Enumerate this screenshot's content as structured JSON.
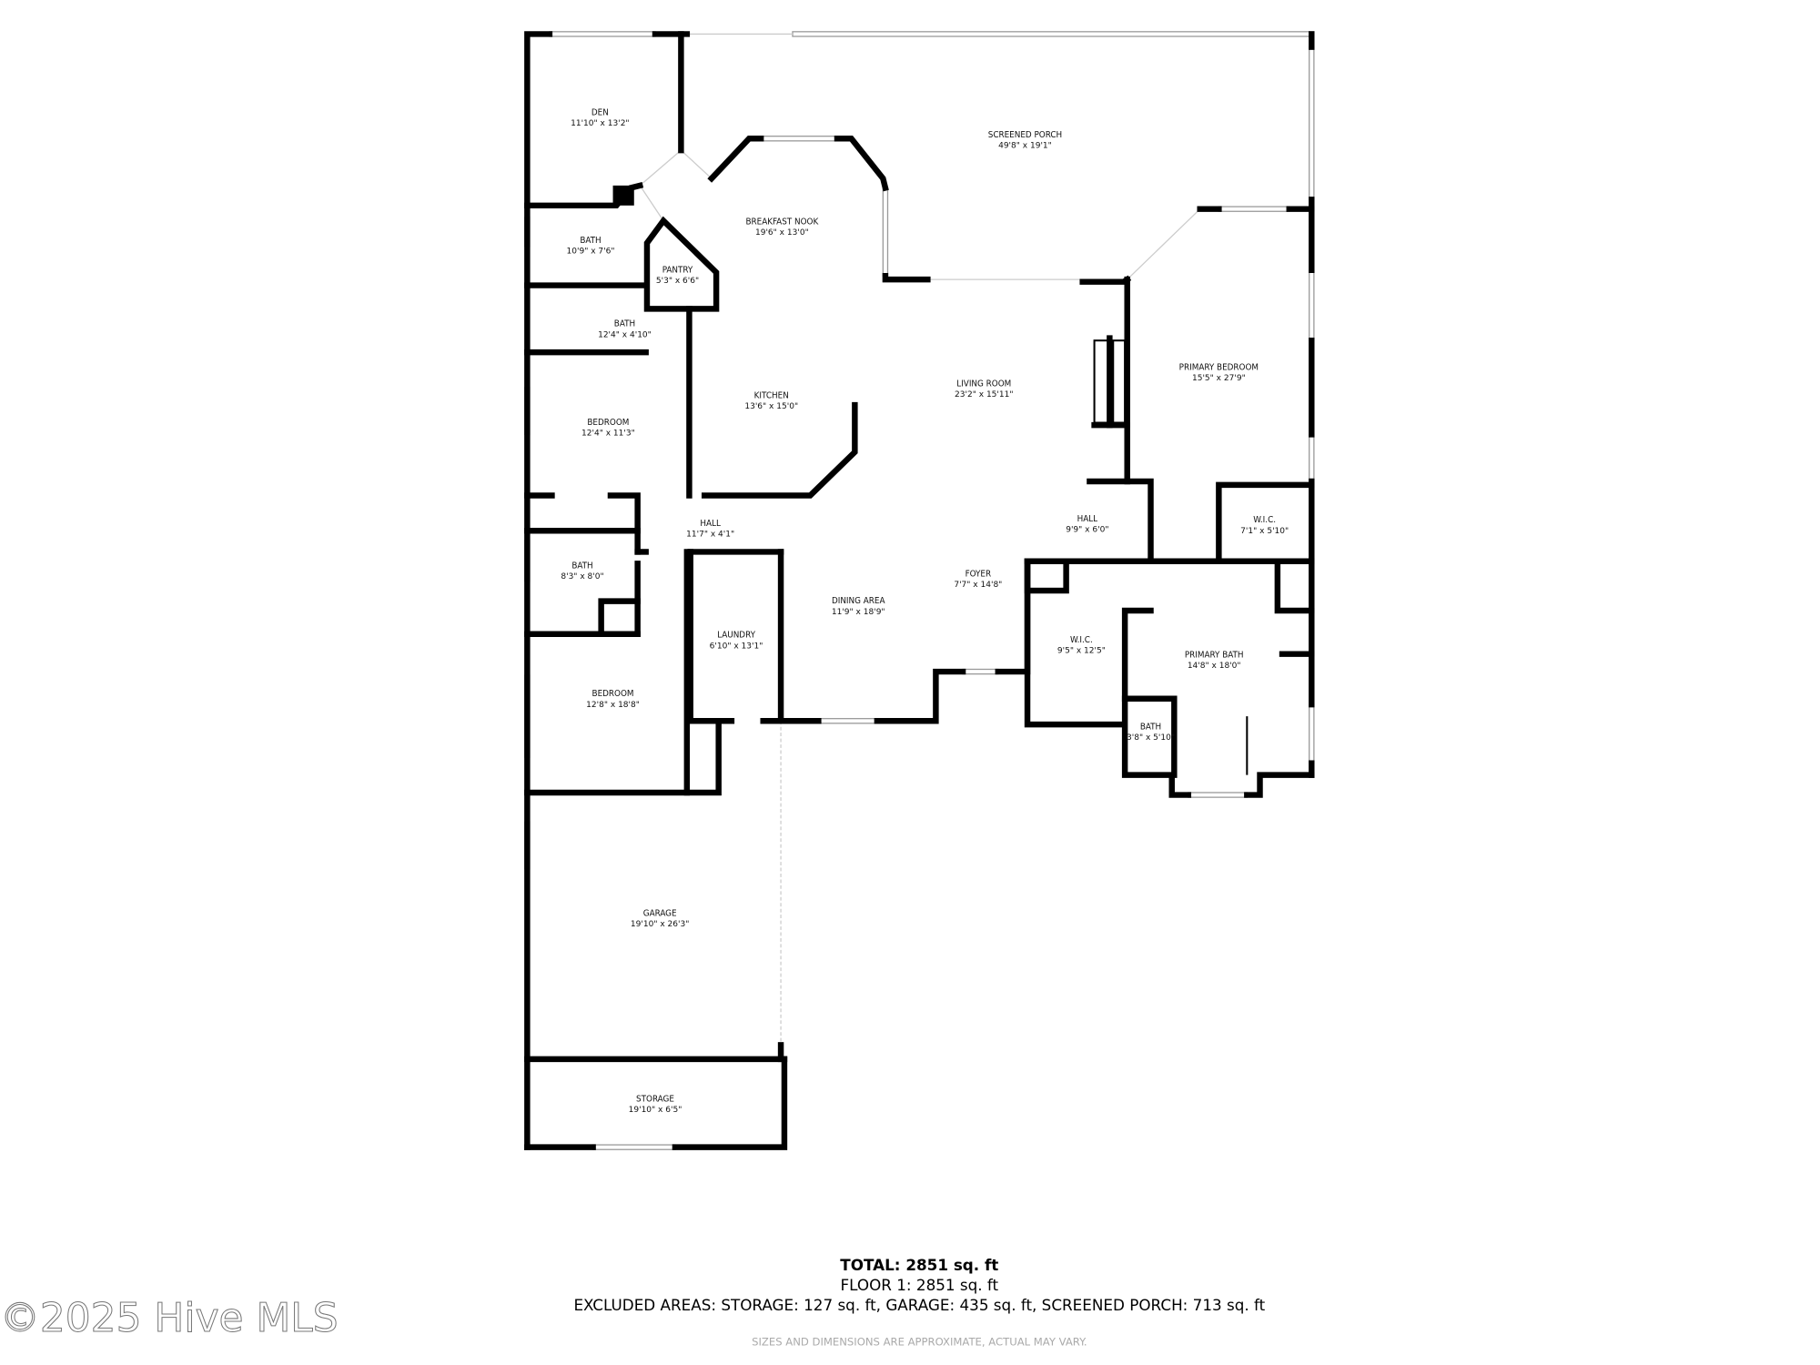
{
  "rooms": [
    {
      "name": "DEN",
      "size": "11'10\" x 13'2\""
    },
    {
      "name": "SCREENED PORCH",
      "size": "49'8\" x 19'1\""
    },
    {
      "name": "BREAKFAST NOOK",
      "size": "19'6\" x 13'0\""
    },
    {
      "name": "BATH",
      "size": "10'9\" x 7'6\""
    },
    {
      "name": "PANTRY",
      "size": "5'3\" x 6'6\""
    },
    {
      "name": "BATH",
      "size": "12'4\" x 4'10\""
    },
    {
      "name": "KITCHEN",
      "size": "13'6\" x 15'0\""
    },
    {
      "name": "LIVING ROOM",
      "size": "23'2\" x 15'11\""
    },
    {
      "name": "PRIMARY BEDROOM",
      "size": "15'5\" x 27'9\""
    },
    {
      "name": "BEDROOM",
      "size": "12'4\" x 11'3\""
    },
    {
      "name": "HALL",
      "size": "11'7\" x 4'1\""
    },
    {
      "name": "HALL",
      "size": "9'9\" x 6'0\""
    },
    {
      "name": "W.I.C.",
      "size": "7'1\" x 5'10\""
    },
    {
      "name": "BATH",
      "size": "8'3\" x 8'0\""
    },
    {
      "name": "FOYER",
      "size": "7'7\" x 14'8\""
    },
    {
      "name": "DINING AREA",
      "size": "11'9\" x 18'9\""
    },
    {
      "name": "LAUNDRY",
      "size": "6'10\" x 13'1\""
    },
    {
      "name": "W.I.C.",
      "size": "9'5\" x 12'5\""
    },
    {
      "name": "PRIMARY BATH",
      "size": "14'8\" x 18'0\""
    },
    {
      "name": "BEDROOM",
      "size": "12'8\" x 18'8\""
    },
    {
      "name": "BATH",
      "size": "3'8\" x 5'10\""
    },
    {
      "name": "GARAGE",
      "size": "19'10\" x 26'3\""
    },
    {
      "name": "STORAGE",
      "size": "19'10\" x 6'5\""
    }
  ],
  "summary": {
    "total_label": "TOTAL:",
    "total_value": "2851 sq. ft",
    "floor": "FLOOR 1: 2851 sq. ft",
    "excluded": "EXCLUDED AREAS: STORAGE: 127 sq. ft, GARAGE: 435 sq. ft, SCREENED PORCH: 713 sq. ft",
    "disclaimer": "SIZES AND DIMENSIONS ARE APPROXIMATE, ACTUAL MAY VARY."
  },
  "watermark": "©2025 Hive MLS"
}
